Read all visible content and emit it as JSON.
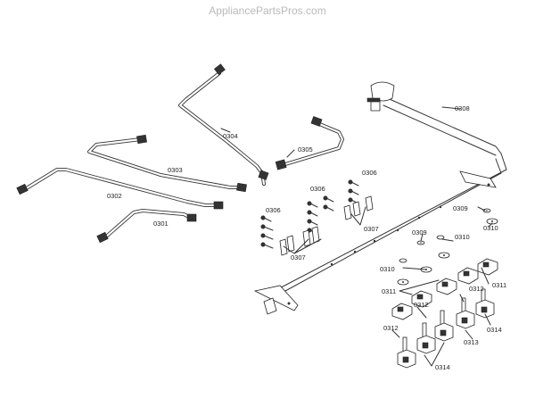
{
  "watermark": "AppliancePartsPros.com",
  "labels": {
    "l0301": "0301",
    "l0302": "0302",
    "l0303": "0303",
    "l0304": "0304",
    "l0305": "0305",
    "l0306a": "0306",
    "l0306b": "0306",
    "l0306c": "0306",
    "l0307a": "0307",
    "l0307b": "0307",
    "l0308": "0308",
    "l0309a": "0309",
    "l0309b": "0309",
    "l0310a": "0310",
    "l0310b": "0310",
    "l0310c": "0310",
    "l0311a": "0311",
    "l0311b": "0311",
    "l0312a": "0312",
    "l0312b": "0312",
    "l0312c": "0312",
    "l0313": "0313",
    "l0314a": "0314",
    "l0314b": "0314"
  }
}
